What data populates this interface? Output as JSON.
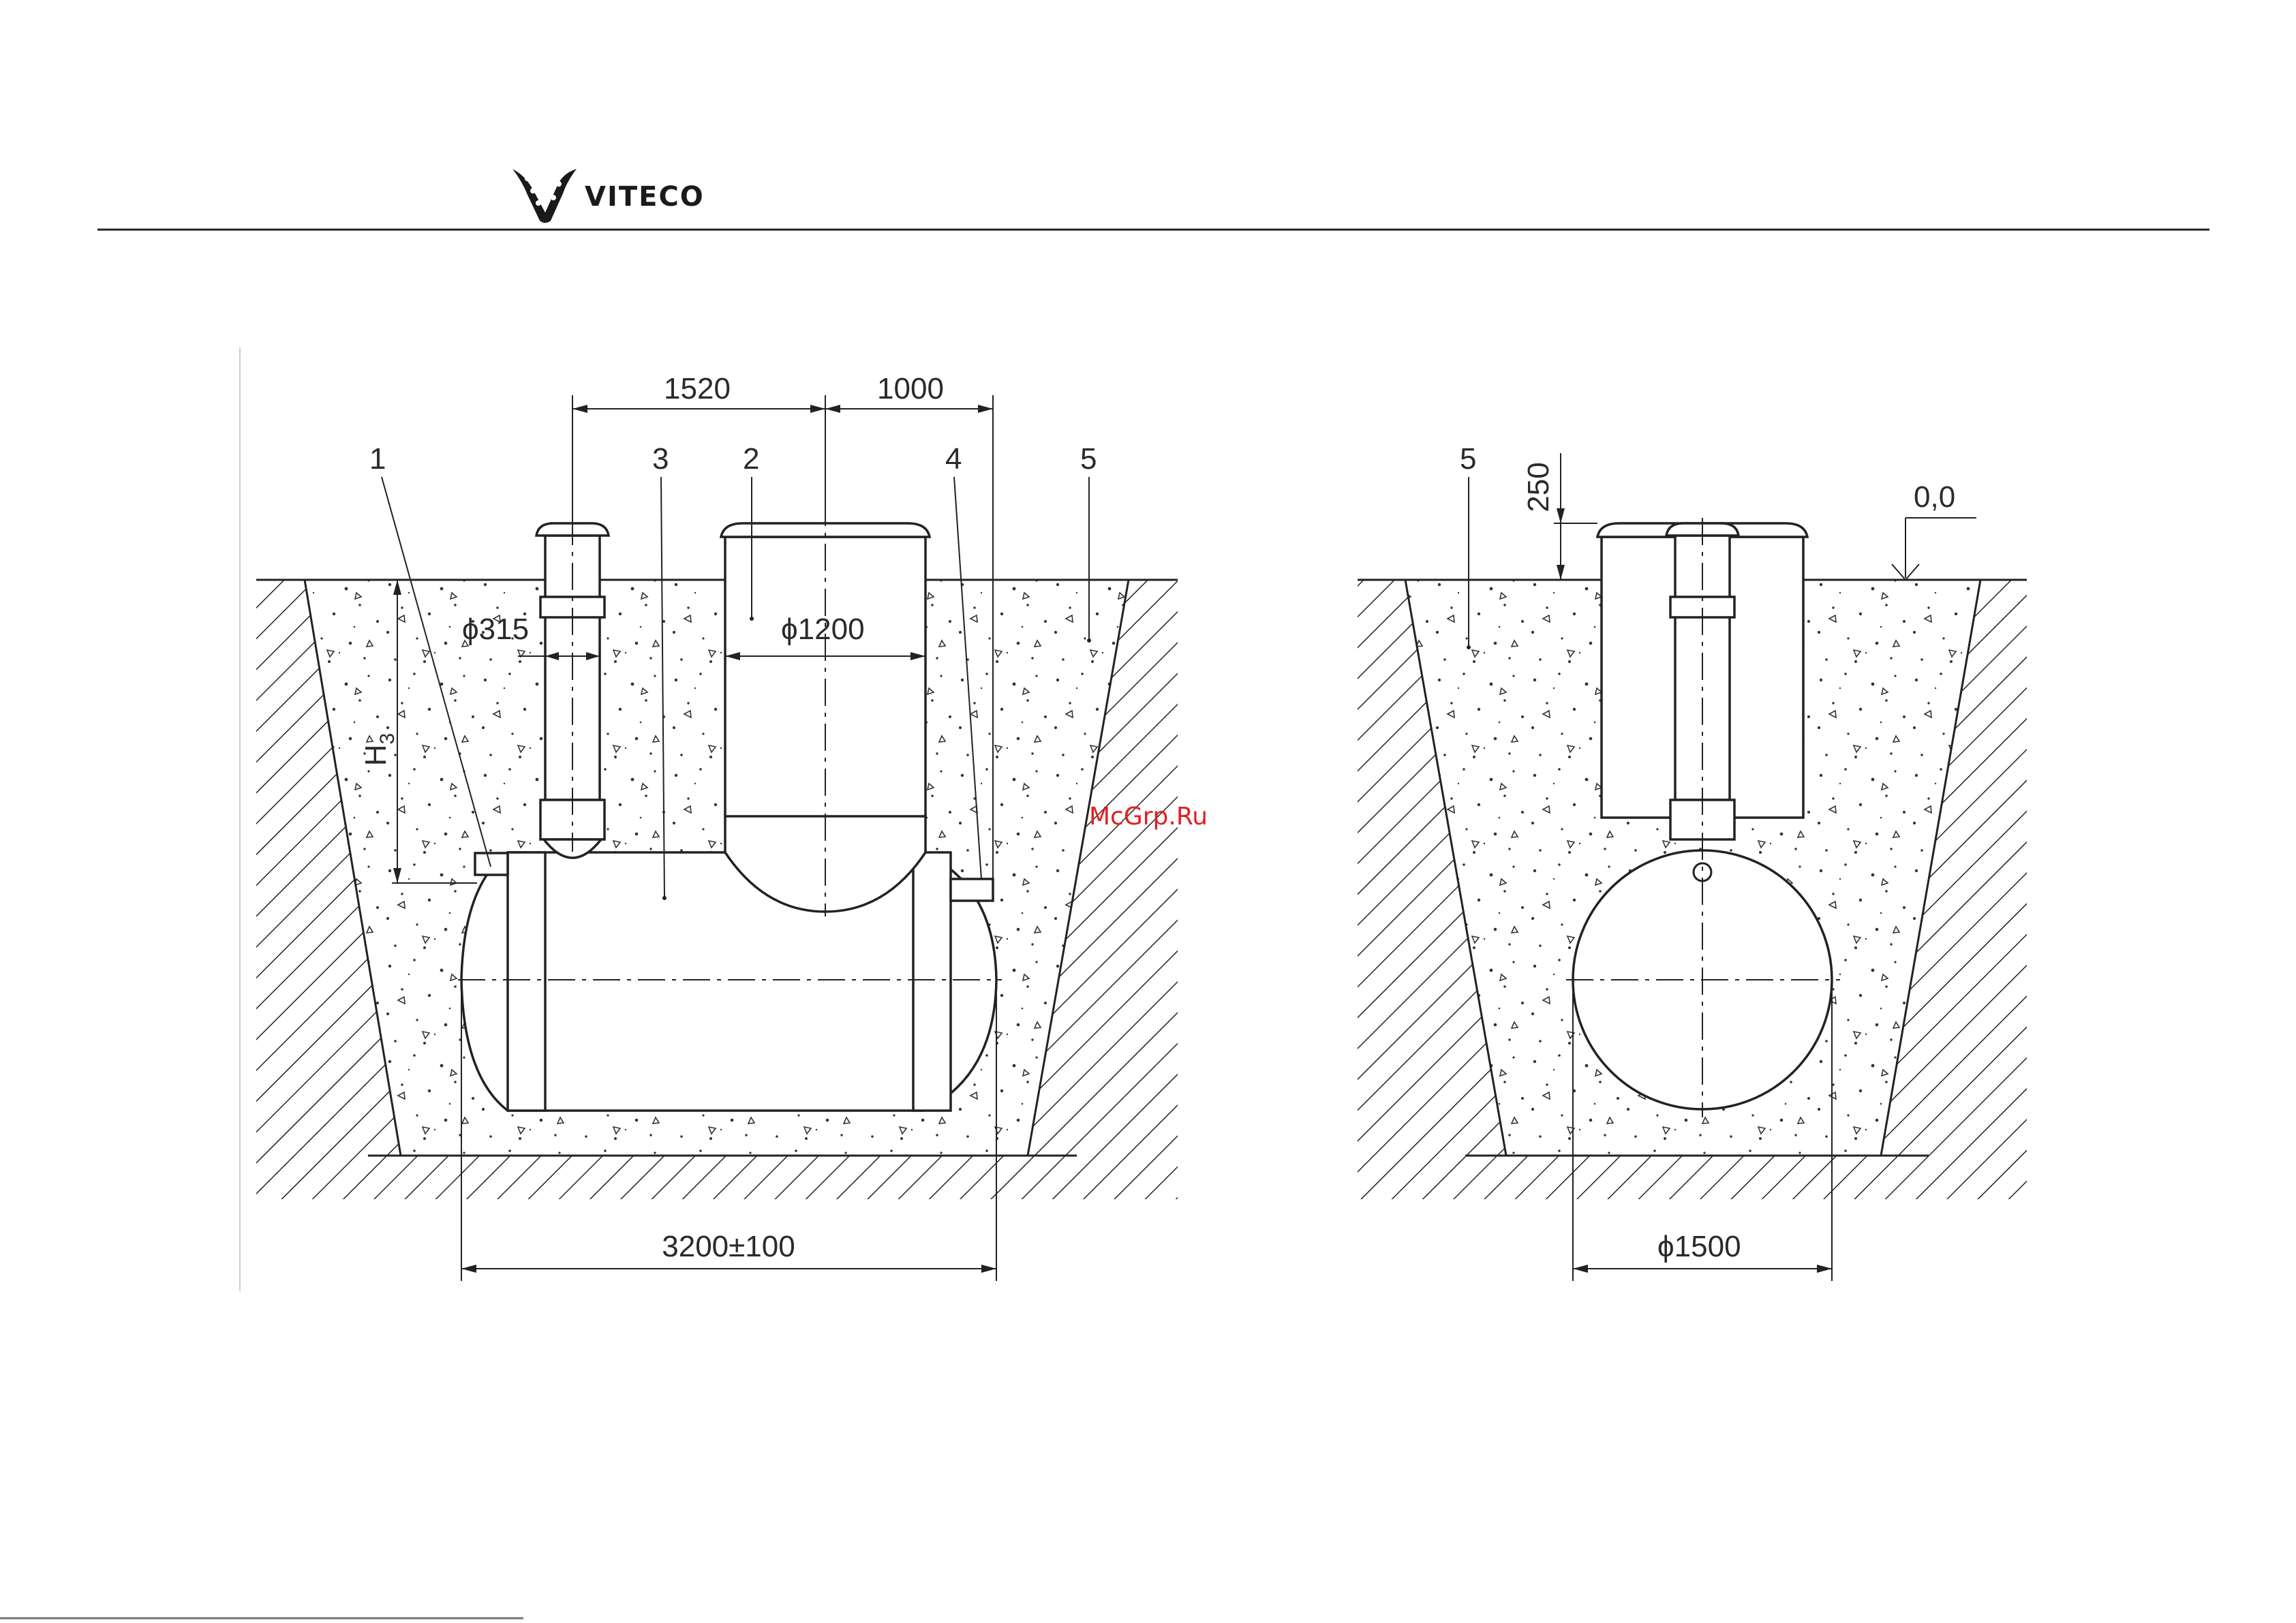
{
  "brand": {
    "name": "VITECO",
    "icon": "viteco-logo-icon"
  },
  "watermark": "McGrp.Ru",
  "side_view": {
    "dimensions": {
      "top_left": "1520",
      "top_right": "1000",
      "pipe_diameter": "315",
      "shaft_diameter": "1200",
      "bottom_length": "3200±100",
      "depth_label": "H",
      "depth_subscript": "3"
    },
    "callouts": [
      "1",
      "3",
      "2",
      "4",
      "5"
    ]
  },
  "end_view": {
    "dimensions": {
      "top_offset": "250",
      "ground_level": "0,0",
      "tank_diameter": "1500"
    },
    "callouts": [
      "5"
    ]
  },
  "symbols": {
    "diameter": "ϕ"
  }
}
